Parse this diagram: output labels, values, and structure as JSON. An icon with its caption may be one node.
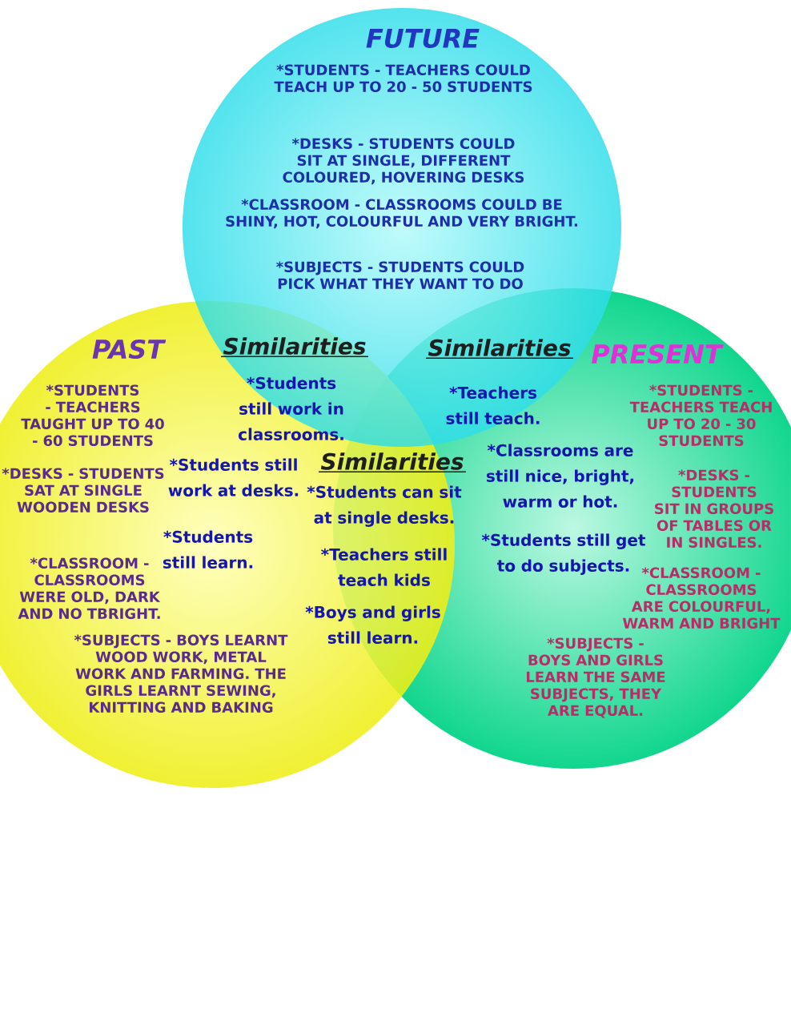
{
  "diagram": {
    "nodes": [
      {
        "text": [
          "FUTURE",
          "*STUDENTS - TEACHERS COULD TEACH UP TO 20 - 50 STUDENTS",
          "*DESKS - STUDENTS COULD SIT AT SINGLE, DIFFERENT COLOURED, HOVERING DESKS",
          "*CLASSROOM - CLASSROOMS COULD BE SHINY, HOT, COLOURFUL AND VERY BRIGHT.",
          "*SUBJECTS - STUDENTS COULD PICK WHAT THEY WANT TO DO"
        ]
      },
      {
        "text": [
          "PAST",
          "*STUDENTS - TEACHERS TAUGHT UP TO 40 - 60 STUDENTS",
          "*DESKS - STUDENTS SAT AT SINGLE WOODEN DESKS",
          "*CLASSROOM - CLASSROOMS WERE OLD, DARK AND NO TBRIGHT.",
          "*SUBJECTS - BOYS LEARNT WOOD WORK, METAL WORK AND FARMING. THE GIRLS LEARNT SEWING, KNITTING AND BAKING"
        ]
      },
      {
        "text": [
          "PRESENT",
          "*STUDENTS - TEACHERS TEACH UP TO 20 - 30 STUDENTS",
          "*DESKS - STUDENTS SIT IN GROUPS OF TABLES OR IN SINGLES.",
          "*CLASSROOM - CLASSROOMS ARE COLOURFUL, WARM AND BRIGHT",
          "*SUBJECTS - BOYS AND GIRLS LEARN THE SAME SUBJECTS, THEY ARE EQUAL."
        ]
      }
    ],
    "labels": [
      "Similarities",
      "*Students still work in classrooms.",
      "*Students still work at desks.",
      "*Students still learn.",
      "Similarities",
      "*Teachers still teach.",
      "*Classrooms are still nice, bright, warm or hot.",
      "*Students still get to do subjects.",
      "Similarities",
      "*Students can sit at single desks.",
      "*Teachers still teach kids",
      "*Boys and girls still learn."
    ]
  }
}
